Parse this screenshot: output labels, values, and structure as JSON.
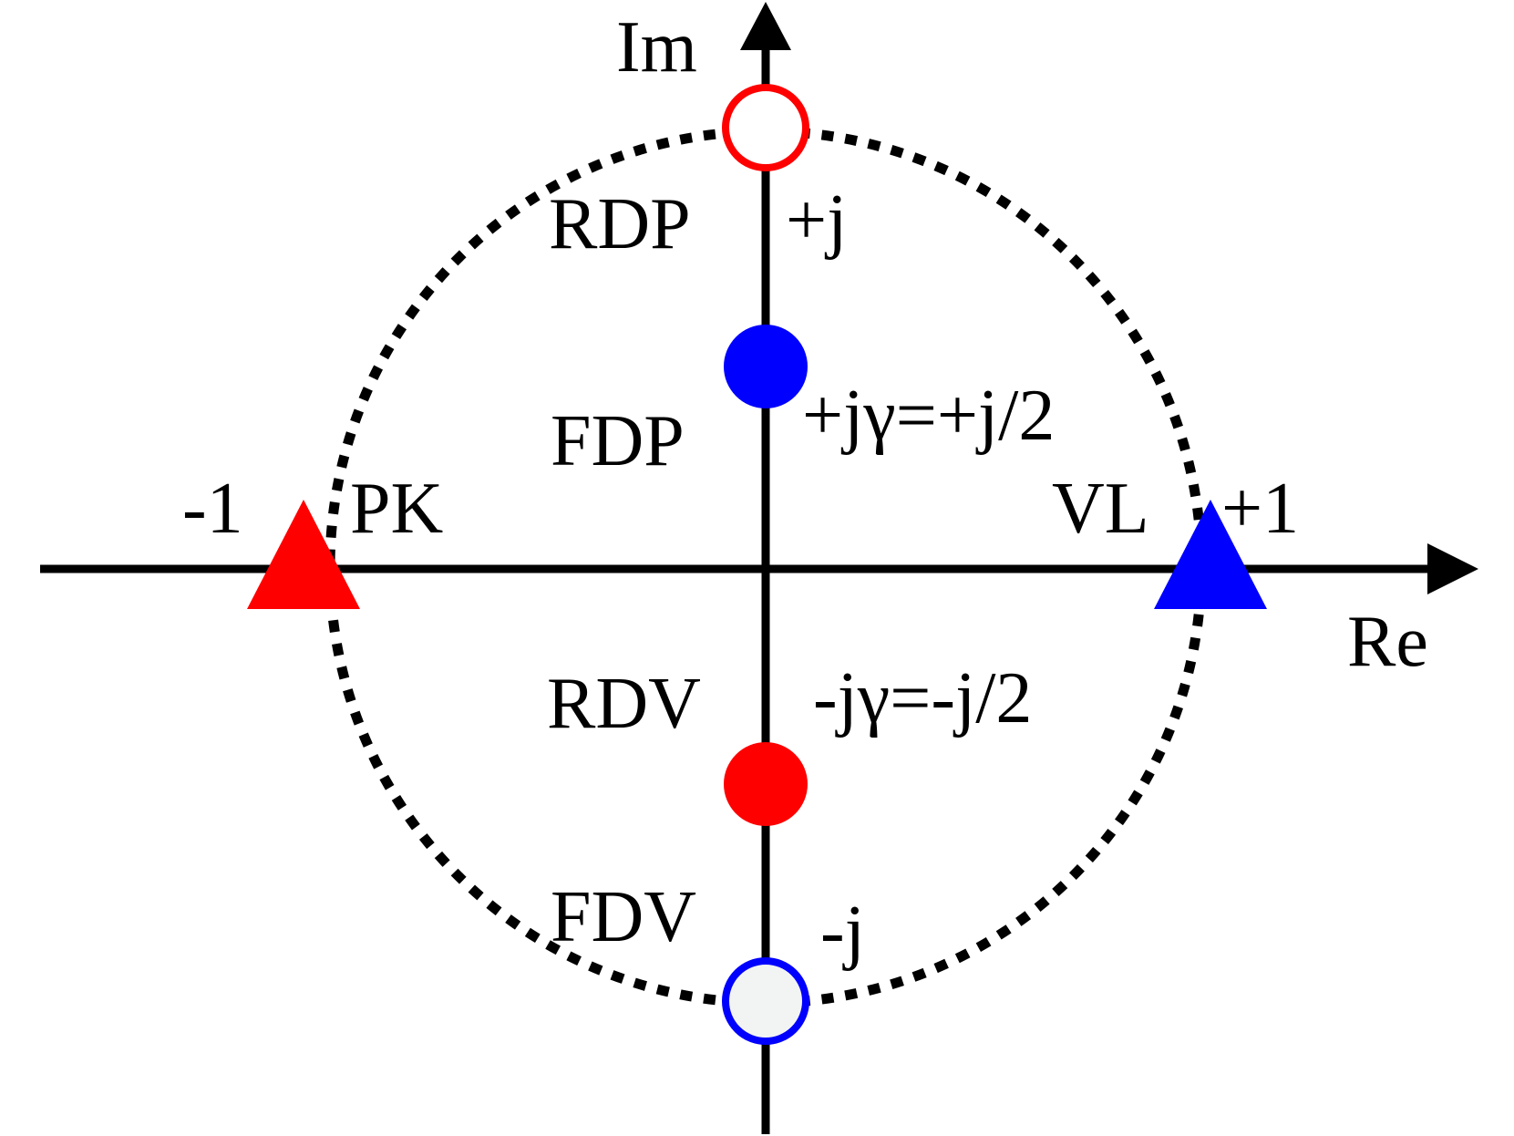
{
  "axes": {
    "real_label": "Re",
    "imag_label": "Im"
  },
  "labels": {
    "plus_j": "+j",
    "minus_j": "-j",
    "plus_one": "+1",
    "minus_one": "-1",
    "plus_jgamma": "+jγ=+j/2",
    "minus_jgamma": "-jγ=-j/2",
    "rdp": "RDP",
    "fdp": "FDP",
    "rdv": "RDV",
    "fdv": "FDV",
    "pk": "PK",
    "vl": "VL"
  },
  "points": [
    {
      "id": "rdp-point",
      "re": 0,
      "im": 1,
      "shape": "circle",
      "filled": false,
      "color": "#ff0000"
    },
    {
      "id": "fdp-point",
      "re": 0,
      "im": 0.5,
      "shape": "circle",
      "filled": true,
      "color": "#0000ff"
    },
    {
      "id": "rdv-point",
      "re": 0,
      "im": -0.5,
      "shape": "circle",
      "filled": true,
      "color": "#ff0000"
    },
    {
      "id": "fdv-point",
      "re": 0,
      "im": -1,
      "shape": "circle",
      "filled": false,
      "color": "#0000ff"
    },
    {
      "id": "pk-point",
      "re": -1,
      "im": 0,
      "shape": "triangle",
      "filled": true,
      "color": "#ff0000"
    },
    {
      "id": "vl-point",
      "re": 1,
      "im": 0,
      "shape": "triangle",
      "filled": true,
      "color": "#0000ff"
    }
  ],
  "colors": {
    "red": "#ff0000",
    "blue": "#0000ff",
    "axis": "#000000",
    "fdv_fill": "#f2f4f3"
  }
}
